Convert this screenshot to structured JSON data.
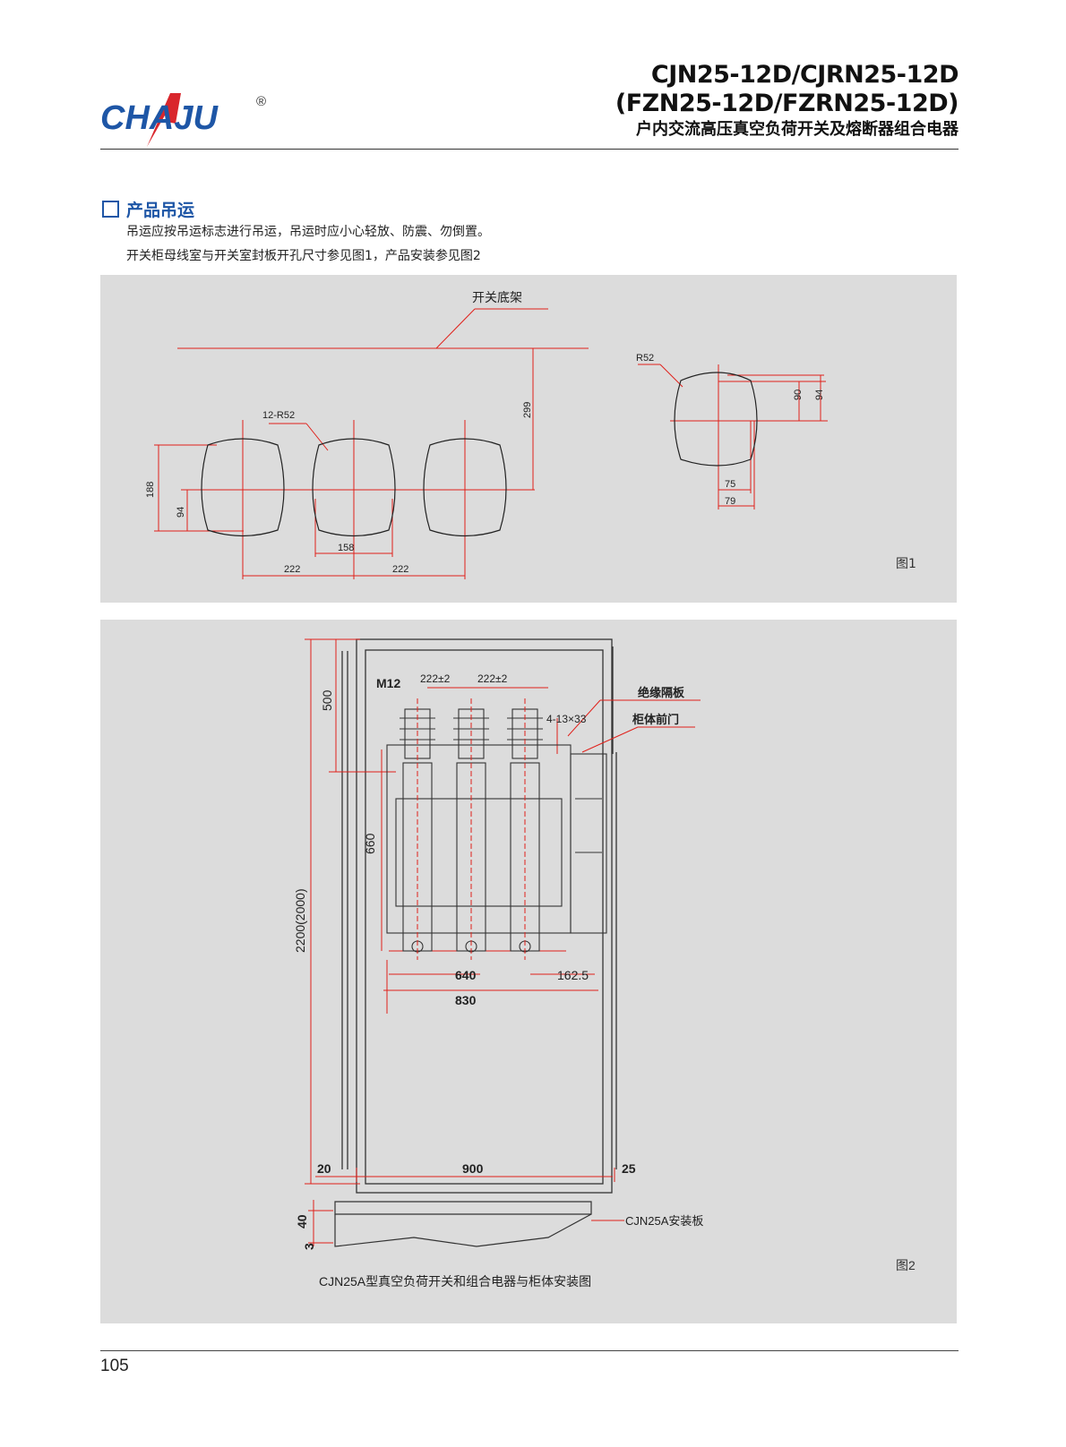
{
  "header": {
    "brand": "CHAJU",
    "registered_mark": "®",
    "model_line_1": "CJN25-12D/CJRN25-12D",
    "model_line_2": "(FZN25-12D/FZRN25-12D)",
    "subtitle": "户内交流高压真空负荷开关及熔断器组合电器"
  },
  "section": {
    "title": "产品吊运",
    "paragraph_1": "吊运应按吊运标志进行吊运，吊运时应小心轻放、防震、勿倒置。",
    "paragraph_2": "开关柜母线室与开关室封板开孔尺寸参见图1，产品安装参见图2"
  },
  "figure1": {
    "label": "图1",
    "callout_frame": "开关底架",
    "callout_hole": "12-R52",
    "dim_188": "188",
    "dim_94_left": "94",
    "dim_158": "158",
    "dim_222_a": "222",
    "dim_222_b": "222",
    "dim_299": "299",
    "detail_r52": "R52",
    "detail_90": "90",
    "detail_94": "94",
    "detail_75": "75",
    "detail_79": "79"
  },
  "figure2": {
    "label": "图2",
    "caption": "CJN25A型真空负荷开关和组合电器与柜体安装图",
    "dim_m12": "M12",
    "dim_222_1": "222±2",
    "dim_222_2": "222±2",
    "dim_4_13x33": "4-13×33",
    "label_insulation": "绝缘隔板",
    "label_front_door": "柜体前门",
    "dim_500": "500",
    "dim_660": "660",
    "dim_2200": "2200(2000)",
    "dim_640": "640",
    "dim_162_5": "162.5",
    "dim_830": "830",
    "dim_20": "20",
    "dim_900": "900",
    "dim_25": "25",
    "dim_40": "40",
    "dim_3": "3",
    "label_mount_plate": "CJN25A安装板"
  },
  "footer": {
    "page_number": "105"
  },
  "colors": {
    "brand_blue": "#1e56a6",
    "brand_red": "#d9262c",
    "panel_gray": "#dcdcdc",
    "dimension_red": "#e0201a"
  }
}
